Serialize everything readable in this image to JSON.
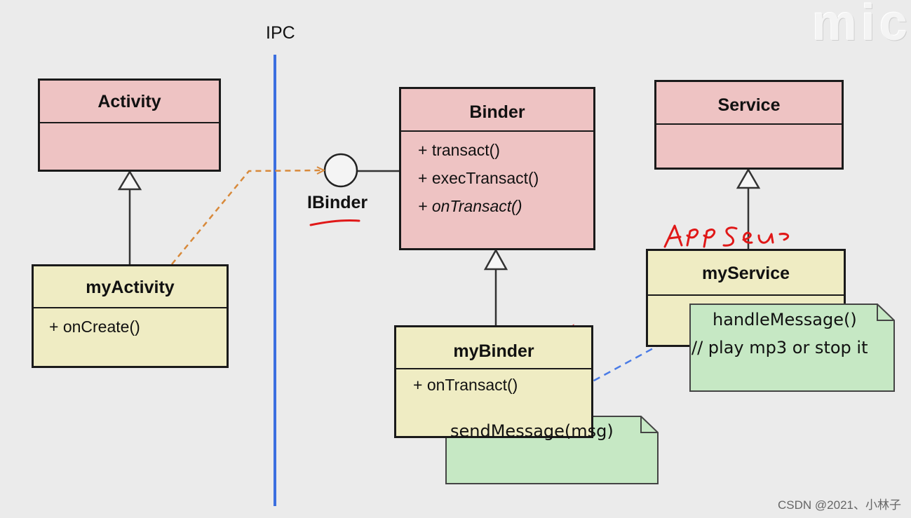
{
  "boundary": {
    "label": "IPC"
  },
  "interface": {
    "label": "IBinder"
  },
  "classes": {
    "activity": {
      "name": "Activity"
    },
    "my_activity": {
      "name": "myActivity",
      "ops": [
        "+ onCreate()"
      ]
    },
    "binder": {
      "name": "Binder",
      "ops": [
        "+ transact()",
        "+ execTransact()",
        "+ onTransact()"
      ]
    },
    "my_binder": {
      "name": "myBinder",
      "ops": [
        "+ onTransact()"
      ]
    },
    "service": {
      "name": "Service"
    },
    "my_service": {
      "name": "myService"
    }
  },
  "notes": {
    "send_message": {
      "text": "sendMessage(msg)"
    },
    "handle_message": {
      "line1": "handleMessage()",
      "line2": "// play mp3 or stop it"
    }
  },
  "logo": {
    "text": "mic"
  },
  "watermark": {
    "text": "CSDN @2021、小林子"
  },
  "colors": {
    "superclass_fill": "#eec3c3",
    "subclass_fill": "#efecc3",
    "note_fill": "#c6e8c4",
    "ipc_line": "#3b6fe0",
    "dependency_arrow": "#d8893a",
    "message_arrow": "#4a7be6",
    "handwriting": "#e01818"
  }
}
